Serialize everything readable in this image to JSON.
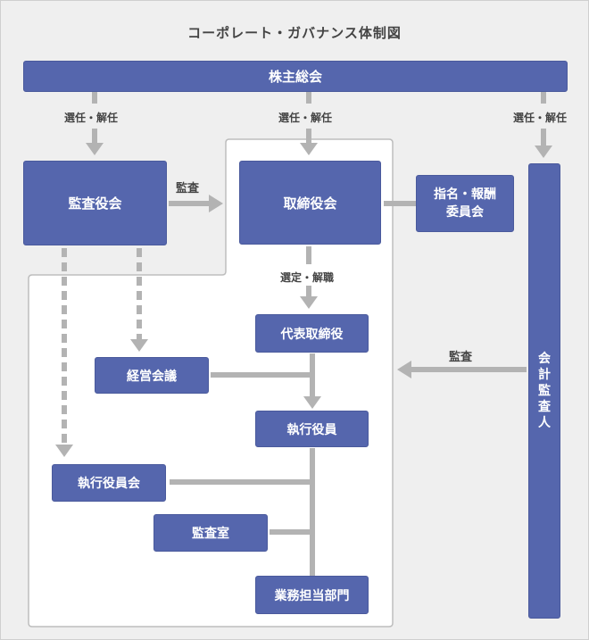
{
  "title": "コーポレート・ガバナンス体制図",
  "nodes": {
    "shareholders": "株主総会",
    "auditors_board": "監査役会",
    "board_directors": "取締役会",
    "nomination_committee": "指名・報酬\n委員会",
    "accounting_auditor": "会\n計\n監\n査\n人",
    "representative_director": "代表取締役",
    "management_meeting": "経営会議",
    "executive_officers": "執行役員",
    "exec_officers_meeting": "執行役員会",
    "audit_office": "監査室",
    "business_departments": "業務担当部門"
  },
  "labels": {
    "elect_dismiss_left": "選任・解任",
    "elect_dismiss_center": "選任・解任",
    "elect_dismiss_right": "選任・解任",
    "audit_board": "監査",
    "appoint_dismiss": "選定・解職",
    "audit_company": "監査"
  },
  "colors": {
    "box": "#5566ad",
    "arrow": "#b3b3b3",
    "background": "#efefef"
  }
}
